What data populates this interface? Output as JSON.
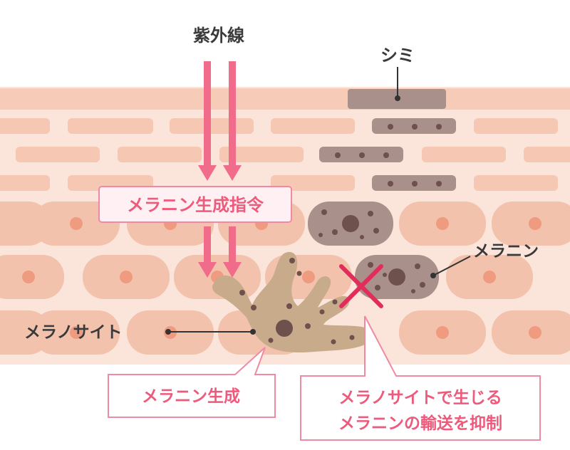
{
  "labels": {
    "uv": "紫外線",
    "spot": "シミ",
    "melanin": "メラニン",
    "melanocyte": "メラノサイト"
  },
  "callouts": {
    "command": "メラニン生成指令",
    "production": "メラニン生成",
    "inhibit_line1": "メラノサイトで生じる",
    "inhibit_line2": "メラニンの輸送を抑制"
  },
  "colors": {
    "skin_top": "#f6cbb8",
    "skin_cell": "#f3c2ad",
    "nucleus": "#ee9b80",
    "melanocyte": "#c8ab8b",
    "melanin_dark": "#7a5d59",
    "stained_cell": "#a9908a",
    "arrow": "#f16b8a",
    "cross": "#e22d5b",
    "callout_border": "#f08aa3"
  },
  "icons": {
    "uv_arrows": "down-arrow-icon",
    "blocked_transport": "cross-mark-icon"
  }
}
